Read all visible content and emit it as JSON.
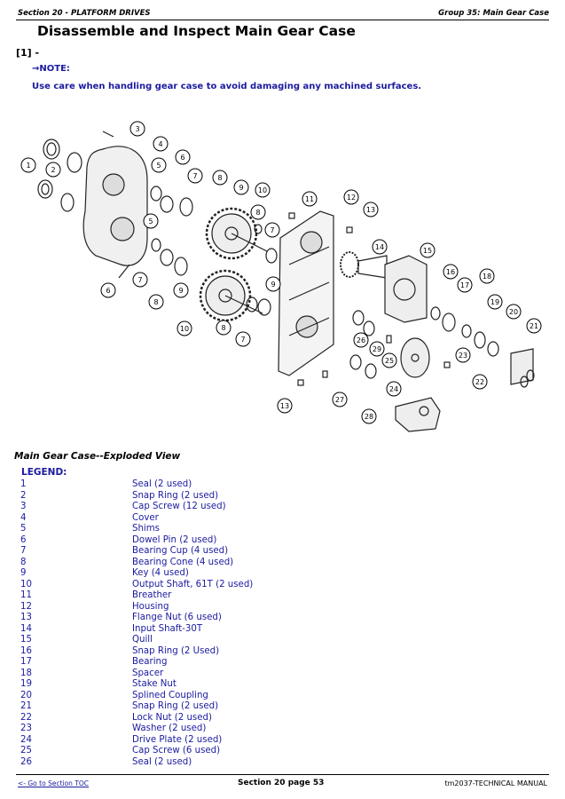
{
  "header": {
    "section": "Section 20 - PLATFORM DRIVES",
    "group": "Group 35: Main Gear Case"
  },
  "title": "Disassemble and Inspect Main Gear Case",
  "step": "[1] -",
  "note": {
    "heading": "→NOTE:",
    "text": "Use care when handling gear case to avoid damaging any machined surfaces."
  },
  "figure": {
    "caption": "Main Gear Case--Exploded View",
    "callouts": [
      "1",
      "2",
      "3",
      "4",
      "5",
      "6",
      "7",
      "8",
      "9",
      "10",
      "11",
      "12",
      "13",
      "14",
      "15",
      "16",
      "17",
      "18",
      "19",
      "20",
      "21",
      "22",
      "23",
      "24",
      "25",
      "26",
      "27",
      "28",
      "29"
    ]
  },
  "legend": {
    "heading": "LEGEND:",
    "items": [
      {
        "num": "1",
        "desc": "Seal (2 used)"
      },
      {
        "num": "2",
        "desc": "Snap Ring (2 used)"
      },
      {
        "num": "3",
        "desc": "Cap Screw (12 used)"
      },
      {
        "num": "4",
        "desc": "Cover"
      },
      {
        "num": "5",
        "desc": "Shims"
      },
      {
        "num": "6",
        "desc": "Dowel Pin (2 used)"
      },
      {
        "num": "7",
        "desc": "Bearing Cup (4 used)"
      },
      {
        "num": "8",
        "desc": "Bearing Cone (4 used)"
      },
      {
        "num": "9",
        "desc": "Key (4 used)"
      },
      {
        "num": "10",
        "desc": "Output Shaft, 61T (2 used)"
      },
      {
        "num": "11",
        "desc": "Breather"
      },
      {
        "num": "12",
        "desc": "Housing"
      },
      {
        "num": "13",
        "desc": "Flange Nut (6 used)"
      },
      {
        "num": "14",
        "desc": "Input Shaft-30T"
      },
      {
        "num": "15",
        "desc": "Quill"
      },
      {
        "num": "16",
        "desc": "Snap Ring (2 Used)"
      },
      {
        "num": "17",
        "desc": "Bearing"
      },
      {
        "num": "18",
        "desc": "Spacer"
      },
      {
        "num": "19",
        "desc": "Stake Nut"
      },
      {
        "num": "20",
        "desc": "Splined Coupling"
      },
      {
        "num": "21",
        "desc": "Snap Ring (2 used)"
      },
      {
        "num": "22",
        "desc": "Lock Nut (2 used)"
      },
      {
        "num": "23",
        "desc": "Washer (2 used)"
      },
      {
        "num": "24",
        "desc": "Drive Plate (2 used)"
      },
      {
        "num": "25",
        "desc": "Cap Screw (6 used)"
      },
      {
        "num": "26",
        "desc": "Seal (2 used)"
      }
    ]
  },
  "footer": {
    "toc_link": "<- Go to Section TOC",
    "page": "Section 20 page 53",
    "manual": "tm2037-TECHNICAL MANUAL"
  }
}
